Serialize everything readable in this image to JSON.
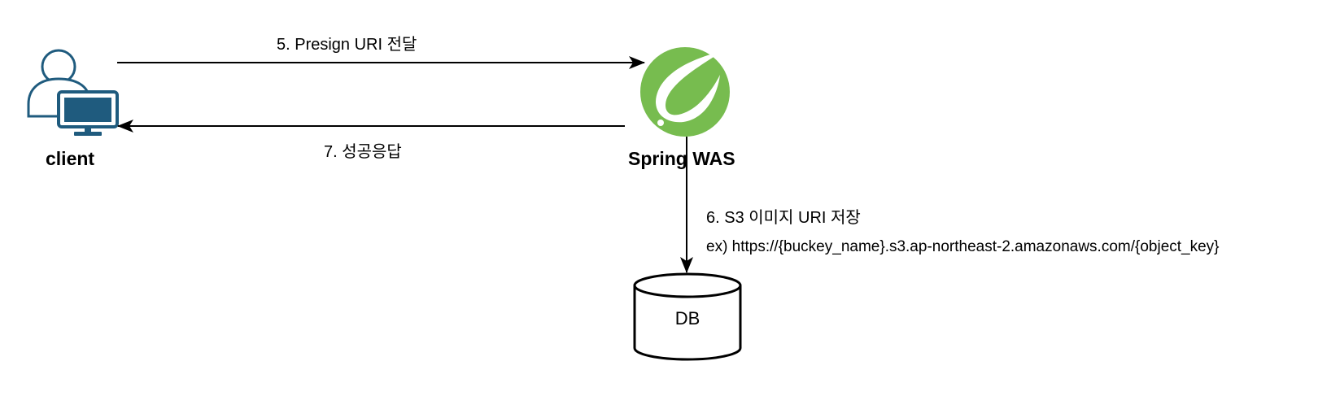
{
  "nodes": {
    "client": {
      "label": "client",
      "icon": "user-computer-icon"
    },
    "spring": {
      "label": "Spring WAS",
      "icon": "spring-leaf-icon"
    },
    "db": {
      "label": "DB",
      "icon": "database-cylinder-icon"
    }
  },
  "edges": {
    "presign": {
      "label": "5. Presign URI 전달",
      "from": "client",
      "to": "spring"
    },
    "success": {
      "label": "7. 성공응답",
      "from": "spring",
      "to": "client"
    },
    "s3_store": {
      "label": "6. S3 이미지 URI 저장",
      "example": "ex) https://{buckey_name}.s3.ap-northeast-2.amazonaws.com/{object_key}",
      "from": "spring",
      "to": "db"
    }
  },
  "colors": {
    "client_icon": "#1f5b7e",
    "spring_green": "#77bc4f",
    "line": "#000000"
  }
}
